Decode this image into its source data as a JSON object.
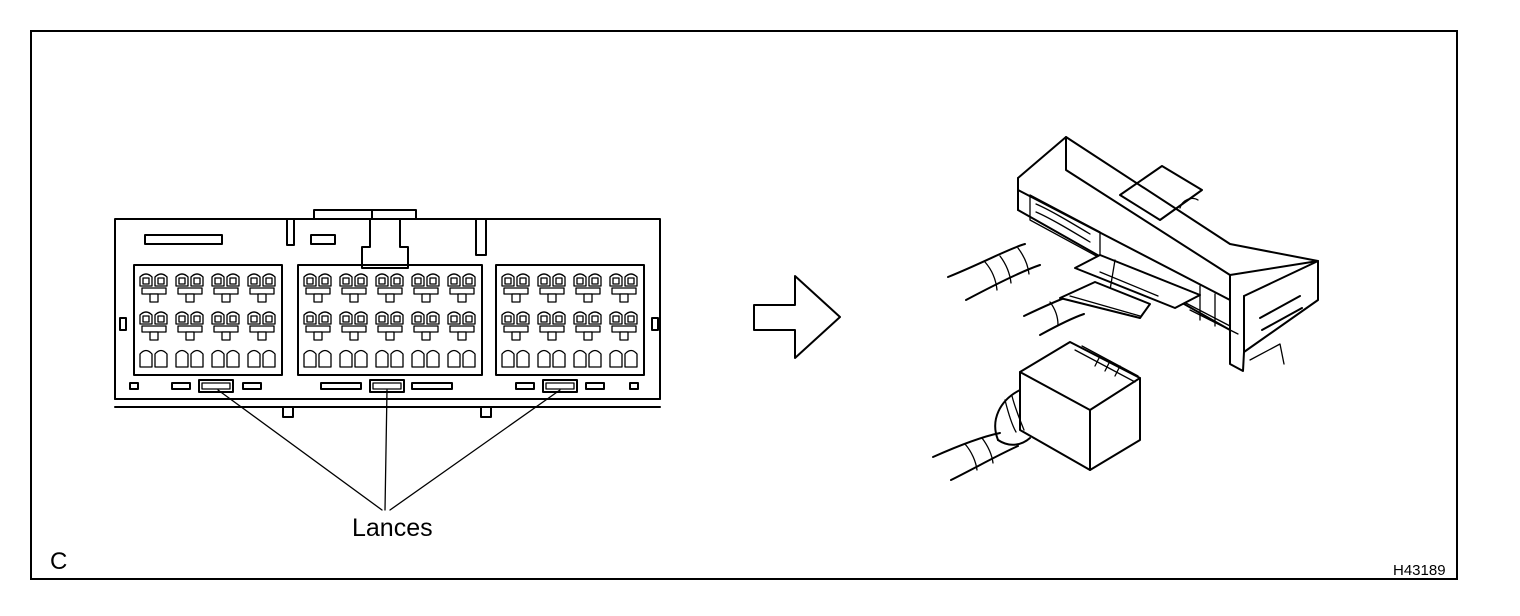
{
  "figure": {
    "panel_letter": "C",
    "figure_id": "H43189",
    "callout_label": "Lances",
    "connector_front": {
      "blocks": [
        {
          "columns": 4
        },
        {
          "columns": 5
        },
        {
          "columns": 4
        }
      ]
    },
    "icons": {
      "arrow": "right-arrow-icon"
    }
  }
}
